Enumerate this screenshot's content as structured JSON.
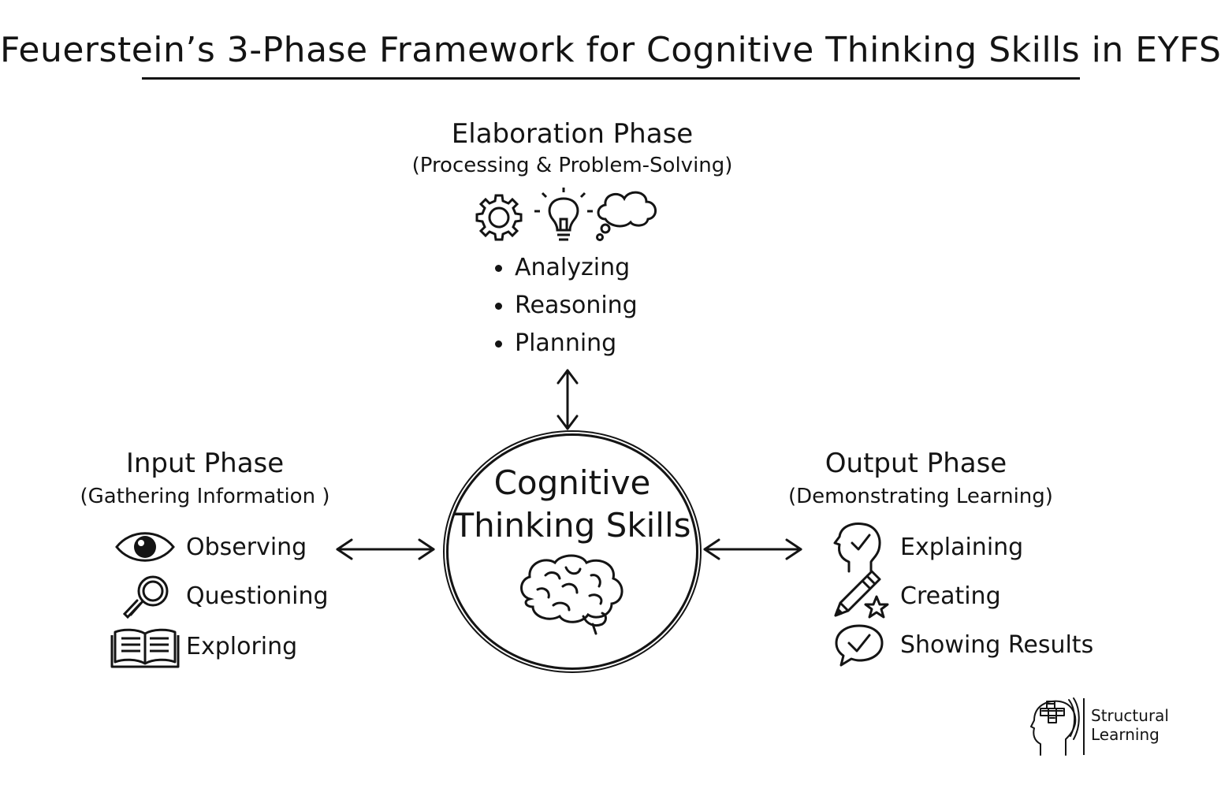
{
  "title": "Feuerstein’s 3-Phase Framework for Cognitive Thinking Skills in EYFS",
  "elaboration": {
    "title": "Elaboration Phase",
    "subtitle": "(Processing & Problem-Solving)",
    "icons": [
      "gear-icon",
      "lightbulb-icon",
      "thought-cloud-icon"
    ],
    "items": [
      "Analyzing",
      "Reasoning",
      "Planning"
    ]
  },
  "input": {
    "title": "Input Phase",
    "subtitle": "(Gathering Information )",
    "items": [
      {
        "label": "Observing",
        "icon": "eye-icon"
      },
      {
        "label": "Questioning",
        "icon": "magnifier-icon"
      },
      {
        "label": "Exploring",
        "icon": "open-book-icon"
      }
    ]
  },
  "output": {
    "title": "Output Phase",
    "subtitle": "(Demonstrating Learning)",
    "items": [
      {
        "label": "Explaining",
        "icon": "head-check-icon"
      },
      {
        "label": "Creating",
        "icon": "pencil-star-icon"
      },
      {
        "label": "Showing Results",
        "icon": "speech-check-icon"
      }
    ]
  },
  "center": {
    "line1": "Cognitive",
    "line2": "Thinking Skills",
    "icon": "brain-icon"
  },
  "logo": {
    "line1": "Structural",
    "line2": "Learning",
    "icon": "head-puzzle-icon"
  }
}
